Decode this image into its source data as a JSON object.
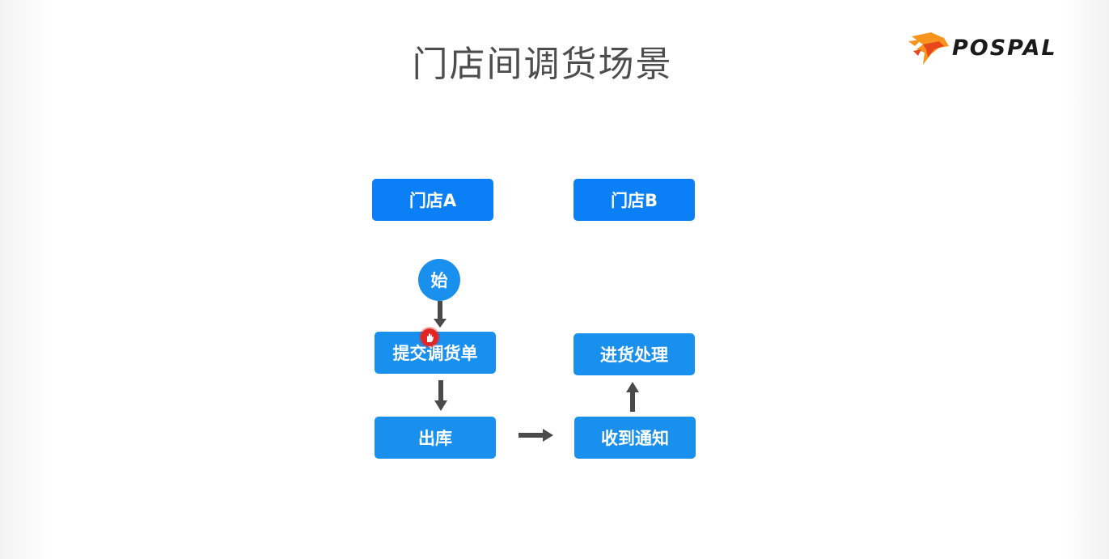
{
  "slide": {
    "title": "门店间调货场景"
  },
  "logo": {
    "text": "POSPAL",
    "mark_icon": "pospal-fox-logo-icon",
    "mark_colors": [
      "#f7941d",
      "#e8471c"
    ]
  },
  "diagram": {
    "lanes": [
      {
        "label": "门店A"
      },
      {
        "label": "门店B"
      }
    ],
    "start_label": "始",
    "steps": {
      "submit": "提交调货单",
      "outbound": "出库",
      "receive_notice": "收到通知",
      "inbound": "进货处理"
    },
    "colors": {
      "lane_header": "#0b7ff5",
      "step": "#1a90ee",
      "arrow": "#4a4a4a"
    }
  },
  "cursor": {
    "icon": "hand-cursor-icon",
    "color": "#e32424"
  }
}
